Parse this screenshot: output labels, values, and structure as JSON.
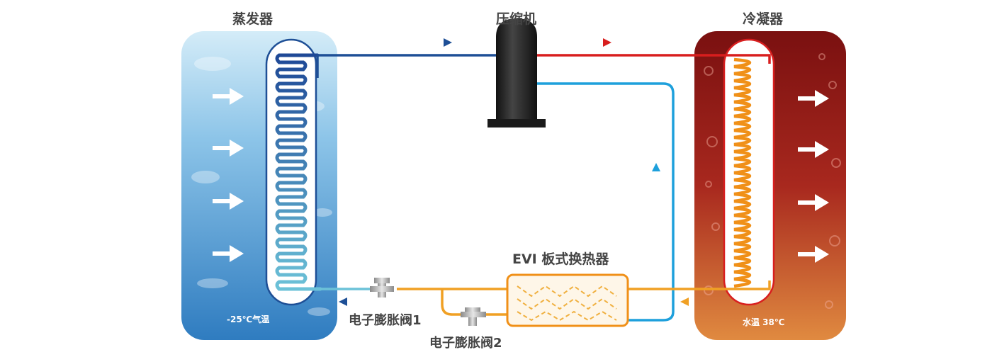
{
  "labels": {
    "evaporator": "蒸发器",
    "compressor": "压缩机",
    "condenser": "冷凝器",
    "evi": "EVI 板式换热器",
    "valve1": "电子膨胀阀1",
    "valve2": "电子膨胀阀2",
    "air_temp": "-25℃气温",
    "water_temp": "水温 38℃"
  },
  "colors": {
    "cold_pipe": "#1e4f96",
    "hot_pipe": "#d81e1e",
    "return_pipe": "#1ea0dc",
    "liquid_pipe": "#f0a024",
    "evaporator_bg": "#5aa6d8",
    "condenser_bg": "#9c2020",
    "coil_hot": "#f09018",
    "compressor": "#262626"
  },
  "icons": [
    "right-arrow-icon",
    "up-arrow-icon",
    "left-arrow-icon",
    "valve-icon"
  ]
}
